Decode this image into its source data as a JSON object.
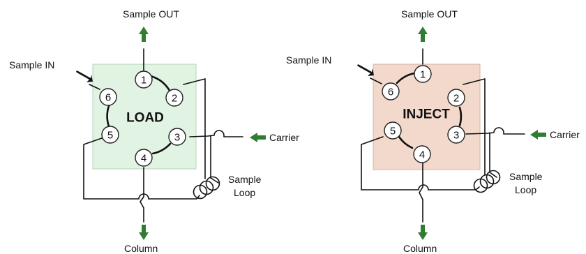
{
  "colors": {
    "load_panel": "#e1f3e2",
    "load_border": "#b5d6b7",
    "inject_panel": "#f3d9cc",
    "inject_border": "#d3b4a4",
    "flow_arrow": "#2e7d32",
    "line": "#111111",
    "port_fill": "#ffffff"
  },
  "valves": [
    {
      "mode_label": "LOAD",
      "sample_out_label": "Sample OUT",
      "sample_in_label": "Sample IN",
      "carrier_label": "Carrier",
      "loop_label_line1": "Sample",
      "loop_label_line2": "Loop",
      "column_label": "Column",
      "ports": [
        "1",
        "2",
        "3",
        "4",
        "5",
        "6"
      ]
    },
    {
      "mode_label": "INJECT",
      "sample_out_label": "Sample OUT",
      "sample_in_label": "Sample IN",
      "carrier_label": "Carrier",
      "loop_label_line1": "Sample",
      "loop_label_line2": "Loop",
      "column_label": "Column",
      "ports": [
        "1",
        "2",
        "3",
        "4",
        "5",
        "6"
      ]
    }
  ],
  "icons": {
    "flow_arrow": "green-arrow-icon",
    "sample_in_arrow": "black-arrow-icon",
    "loop_coil": "coil-icon"
  }
}
